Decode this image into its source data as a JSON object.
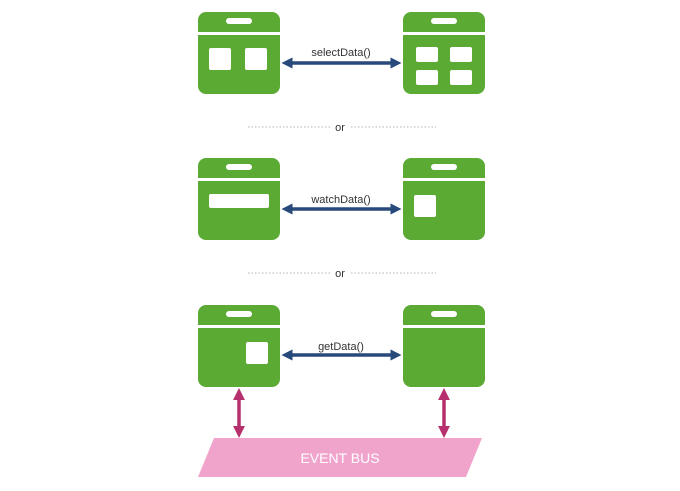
{
  "rows": [
    {
      "method_label": "selectData()",
      "left_window": {
        "content": "two-squares"
      },
      "right_window": {
        "content": "four-squares"
      }
    },
    {
      "method_label": "watchData()",
      "left_window": {
        "content": "wide-bar"
      },
      "right_window": {
        "content": "single-square-left"
      }
    },
    {
      "method_label": "getData()",
      "left_window": {
        "content": "single-square-right"
      },
      "right_window": {
        "content": "empty"
      }
    }
  ],
  "separators": [
    "or",
    "or"
  ],
  "event_bus": {
    "label": "EVENT BUS"
  },
  "colors": {
    "window_green": "#5aaa34",
    "window_white": "#ffffff",
    "arrow_blue": "#274a7a",
    "bus_arrow_magenta": "#b5306c",
    "bus_fill": "#f0a4cc",
    "separator_gray": "#b5b5b5",
    "label_text": "#333333"
  },
  "icons": {
    "window": "app-window-icon",
    "two_way_arrow": "double-headed-arrow-icon"
  }
}
